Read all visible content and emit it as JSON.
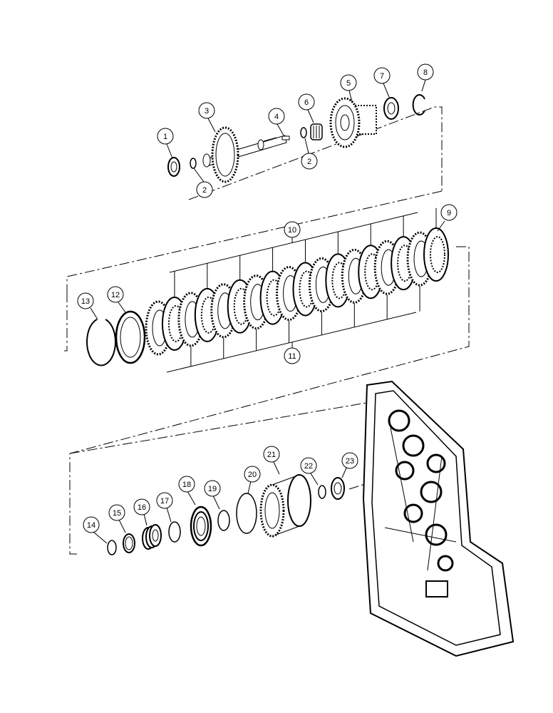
{
  "callouts": {
    "c1": "1",
    "c2a": "2",
    "c2b": "2",
    "c3": "3",
    "c4": "4",
    "c5": "5",
    "c6": "6",
    "c7": "7",
    "c8": "8",
    "c9": "9",
    "c10": "10",
    "c11": "11",
    "c12": "12",
    "c13": "13",
    "c14": "14",
    "c15": "15",
    "c16": "16",
    "c17": "17",
    "c18": "18",
    "c19": "19",
    "c20": "20",
    "c21": "21",
    "c22": "22",
    "c23": "23"
  }
}
